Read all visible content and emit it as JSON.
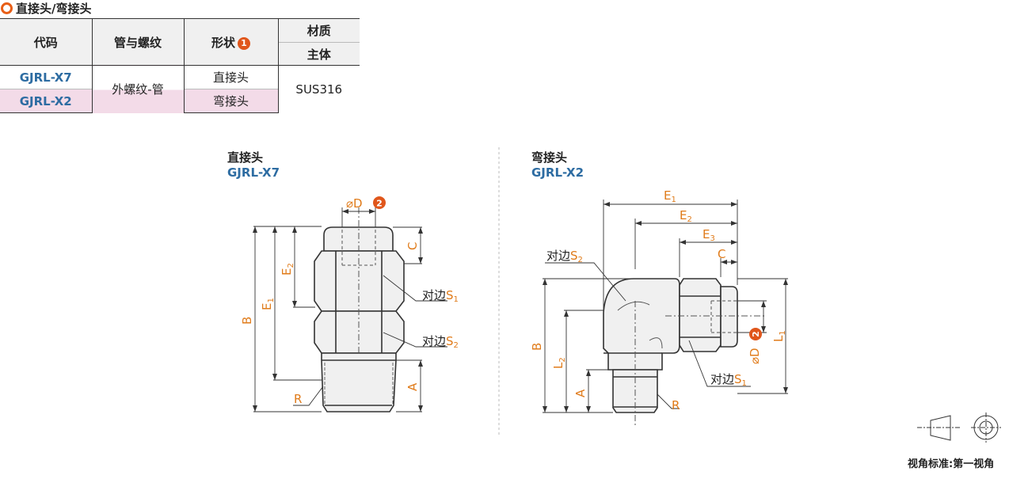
{
  "header": {
    "title": "直接头/弯接头"
  },
  "table": {
    "col_code": "代码",
    "col_pipe": "管与螺纹",
    "col_shape": "形状",
    "shape_note": "1",
    "col_material": "材质",
    "col_body": "主体",
    "rows": [
      {
        "code": "GJRL-X7",
        "shape": "直接头"
      },
      {
        "code": "GJRL-X2",
        "shape": "弯接头"
      }
    ],
    "pipe_value": "外螺纹-管",
    "material_value": "SUS316"
  },
  "straight": {
    "title": "直接头",
    "code": "GJRL-X7",
    "labels": {
      "dia": "⌀D",
      "note2": "2",
      "C": "C",
      "E2": "E",
      "E2_sub": "2",
      "E1": "E",
      "E1_sub": "1",
      "B": "B",
      "A": "A",
      "R": "R",
      "s1_text": "对边",
      "s1": "S",
      "s1_sub": "1",
      "s2_text": "对边",
      "s2": "S",
      "s2_sub": "2"
    }
  },
  "elbow": {
    "title": "弯接头",
    "code": "GJRL-X2",
    "labels": {
      "E1": "E",
      "E1_sub": "1",
      "E2": "E",
      "E2_sub": "2",
      "E3": "E",
      "E3_sub": "3",
      "C": "C",
      "s2_text": "对边",
      "s2": "S",
      "s2_sub": "2",
      "s1_text": "对边",
      "s1": "S",
      "s1_sub": "1",
      "B": "B",
      "L2": "L",
      "L2_sub": "2",
      "A": "A",
      "R": "R",
      "dia": "⌀D",
      "note2": "2",
      "L1": "L",
      "L1_sub": "1"
    }
  },
  "colors": {
    "accent": "#e85e16",
    "code_blue": "#2d6ca2",
    "highlight": "#f3dbe8",
    "dim_orange": "#e07b1a"
  },
  "view_standard": "视角标准:第一视角"
}
